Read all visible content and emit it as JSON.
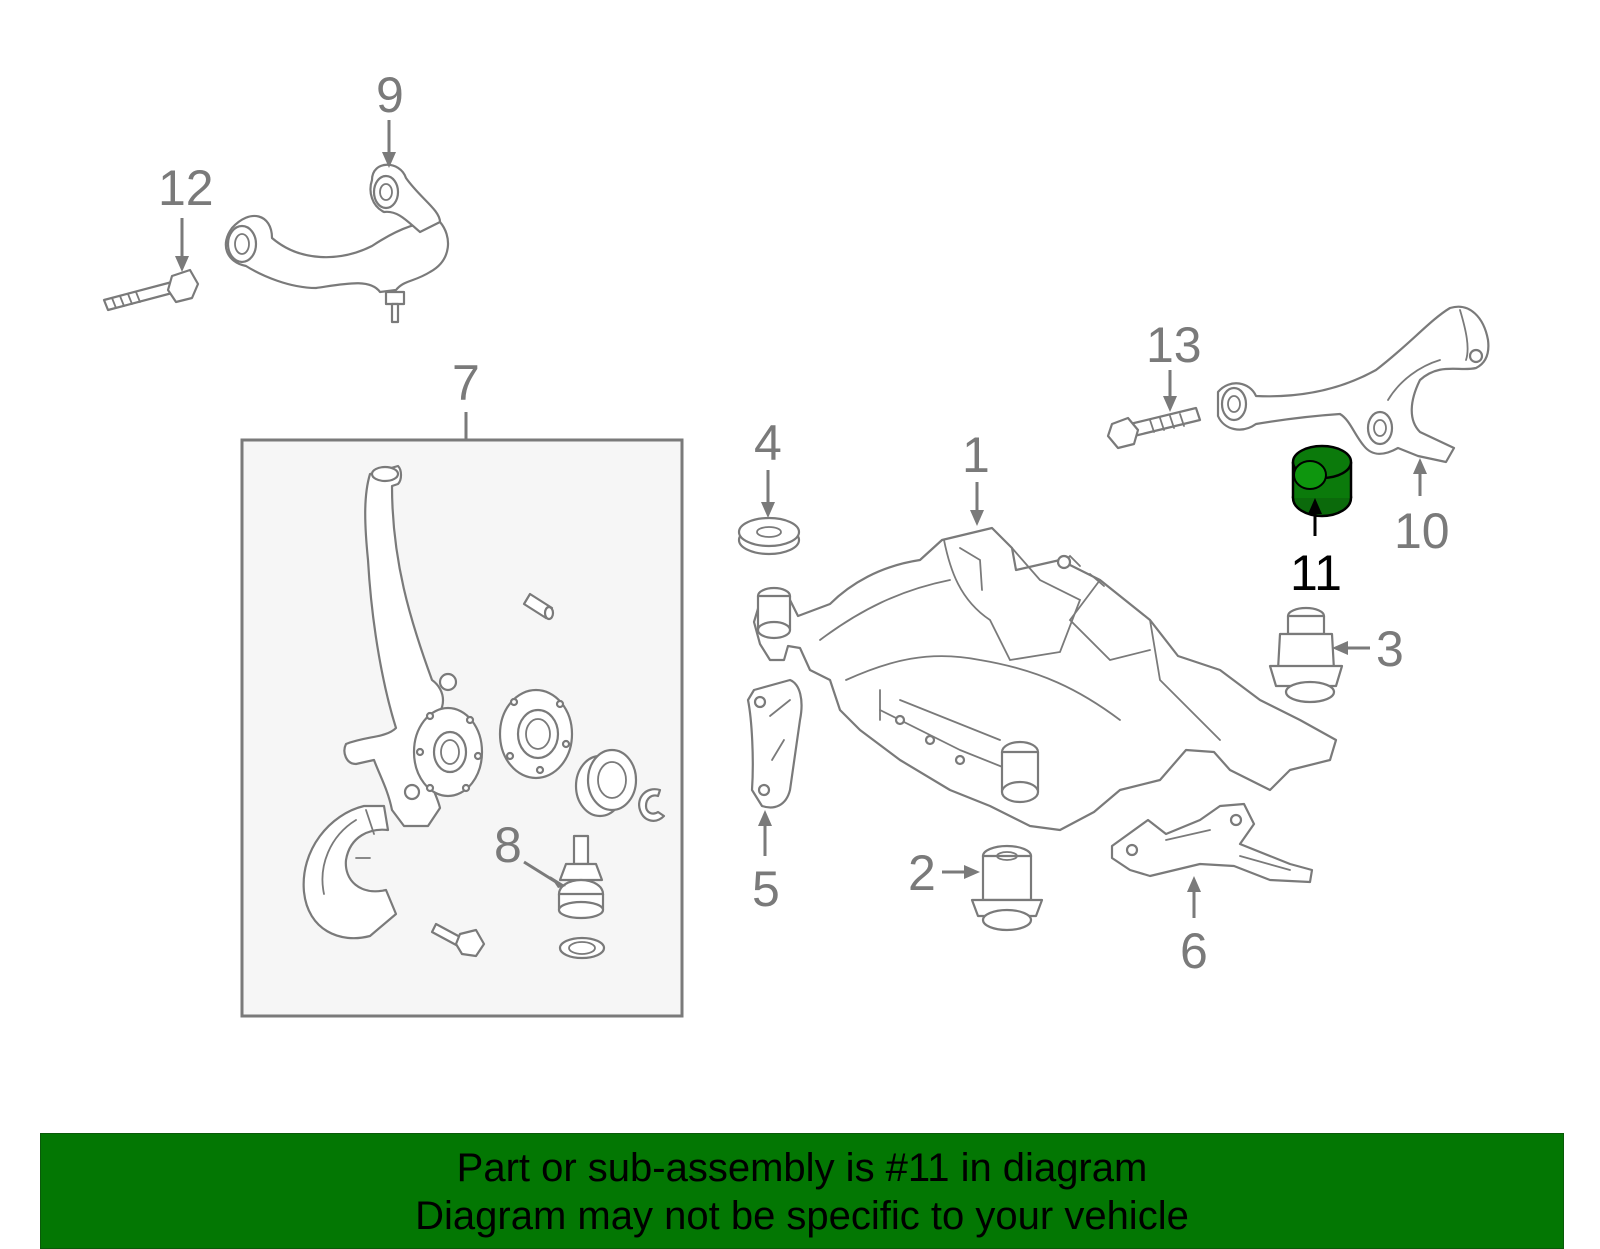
{
  "diagram": {
    "callouts": [
      {
        "id": "1",
        "label": "1"
      },
      {
        "id": "2",
        "label": "2"
      },
      {
        "id": "3",
        "label": "3"
      },
      {
        "id": "4",
        "label": "4"
      },
      {
        "id": "5",
        "label": "5"
      },
      {
        "id": "6",
        "label": "6"
      },
      {
        "id": "7",
        "label": "7"
      },
      {
        "id": "8",
        "label": "8"
      },
      {
        "id": "9",
        "label": "9"
      },
      {
        "id": "10",
        "label": "10"
      },
      {
        "id": "11",
        "label": "11"
      },
      {
        "id": "12",
        "label": "12"
      },
      {
        "id": "13",
        "label": "13"
      }
    ],
    "highlighted_part": "11",
    "highlight_color": "#0b7a0b",
    "callout_color": "#7a7a7a"
  },
  "footer": {
    "line1": "Part or sub-assembly is #11 in diagram",
    "line2": "Diagram may not be specific to your vehicle",
    "background": "#037703"
  }
}
